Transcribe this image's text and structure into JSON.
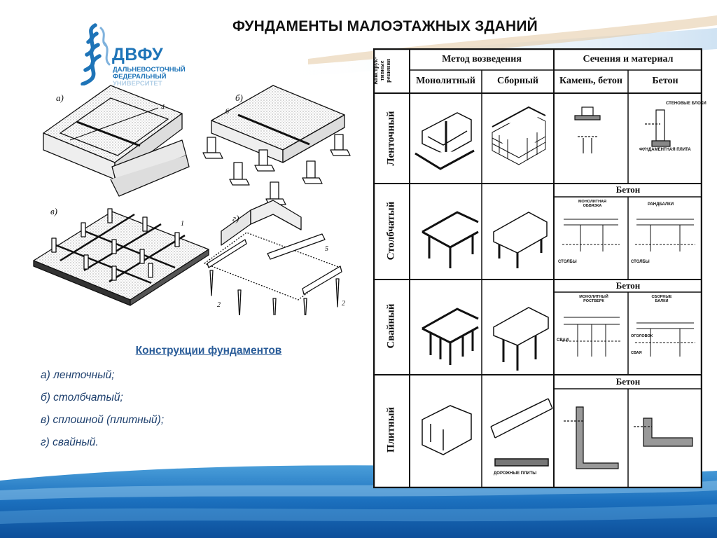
{
  "slide": {
    "title": "ФУНДАМЕНТЫ МАЛОЭТАЖНЫХ ЗДАНИЙ"
  },
  "logo": {
    "name": "ДВФУ",
    "sub_line1": "ДАЛЬНЕВОСТОЧНЫЙ",
    "sub_line2": "ФЕДЕРАЛЬНЫЙ",
    "sub_line3": "УНИВЕРСИТЕТ",
    "brand_color": "#1e74b8"
  },
  "figures": {
    "labels": [
      "а)",
      "б)",
      "в)",
      "г)"
    ],
    "callouts": [
      "4",
      "6",
      "1",
      "5",
      "2",
      "2"
    ]
  },
  "caption": {
    "heading": "Конструкции фундаментов",
    "items": [
      "а) ленточный;",
      "б) столбчатый;",
      "в) сплошной (плитный);",
      "г) свайный."
    ]
  },
  "table": {
    "corner_label": "Конструк-тивные решения",
    "group_headers": {
      "method": "Метод возведения",
      "section": "Сечения и материал"
    },
    "column_headers": [
      "Монолитный",
      "Сборный",
      "Камень, бетон",
      "Бетон"
    ],
    "rows": [
      {
        "label": "Ленточный"
      },
      {
        "label": "Столбчатый",
        "section_header": "Бетон"
      },
      {
        "label": "Свайный",
        "section_header": "Бетон"
      },
      {
        "label": "Плитный",
        "section_header": "Бетон"
      }
    ],
    "small_notes": {
      "r1_c4a": "СТЕНОВЫЕ БЛОКИ",
      "r1_c4b": "ФУНДАМЕНТНАЯ ПЛИТА",
      "r2_c3": "МОНОЛИТНАЯ ОБВЯЗКА",
      "r2_c4": "РАНДБАЛКИ",
      "r2_c3b": "СТОЛБЫ",
      "r2_c4b": "СТОЛБЫ",
      "r3_c3": "МОНОЛИТНЫЙ РОСТВЕРК",
      "r3_c4": "СБОРНЫЕ БАЛКИ",
      "r3_c3b": "СВАИ",
      "r3_c4b": "ОГОЛОВОК",
      "r3_c4c": "СВАЯ",
      "r4_c2": "ДОРОЖНЫЕ ПЛИТЫ"
    }
  }
}
